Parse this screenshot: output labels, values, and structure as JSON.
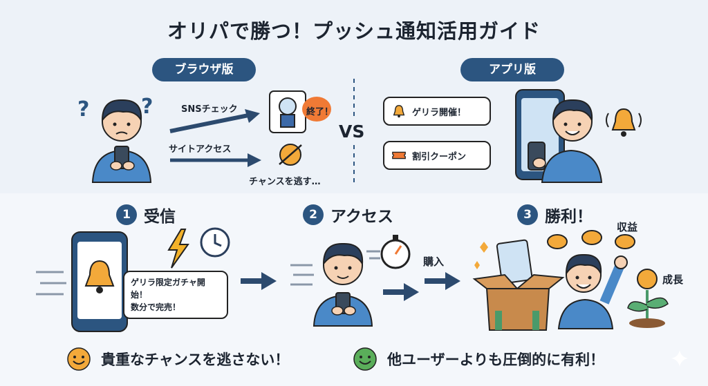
{
  "title": "オリパで勝つ！プッシュ通知活用ガイド",
  "browser": {
    "badge": "ブラウザ版",
    "sns_check": "SNSチェック",
    "site_access": "サイトアクセス",
    "ended": "終了！",
    "miss_chance": "チャンスを逃す…"
  },
  "vs": "VS",
  "app": {
    "badge": "アプリ版",
    "guerrilla": "ゲリラ開催！",
    "coupon": "割引クーポン"
  },
  "steps": [
    {
      "num": "1",
      "label": "受信"
    },
    {
      "num": "2",
      "label": "アクセス"
    },
    {
      "num": "3",
      "label": "勝利！"
    }
  ],
  "notification": {
    "line1": "ゲリラ限定ガチャ開始！",
    "line2": "数分で完売！"
  },
  "purchase": "購入",
  "revenue": "収益",
  "growth": "成長",
  "benefits": [
    "貴重なチャンスを逃さない！",
    "他ユーザーよりも圧倒的に有利！"
  ],
  "colors": {
    "navy": "#2c5580",
    "skin": "#f6d2b4",
    "shirt": "#4a89c8",
    "gold": "#f3a93a",
    "orange": "#f07a35"
  }
}
